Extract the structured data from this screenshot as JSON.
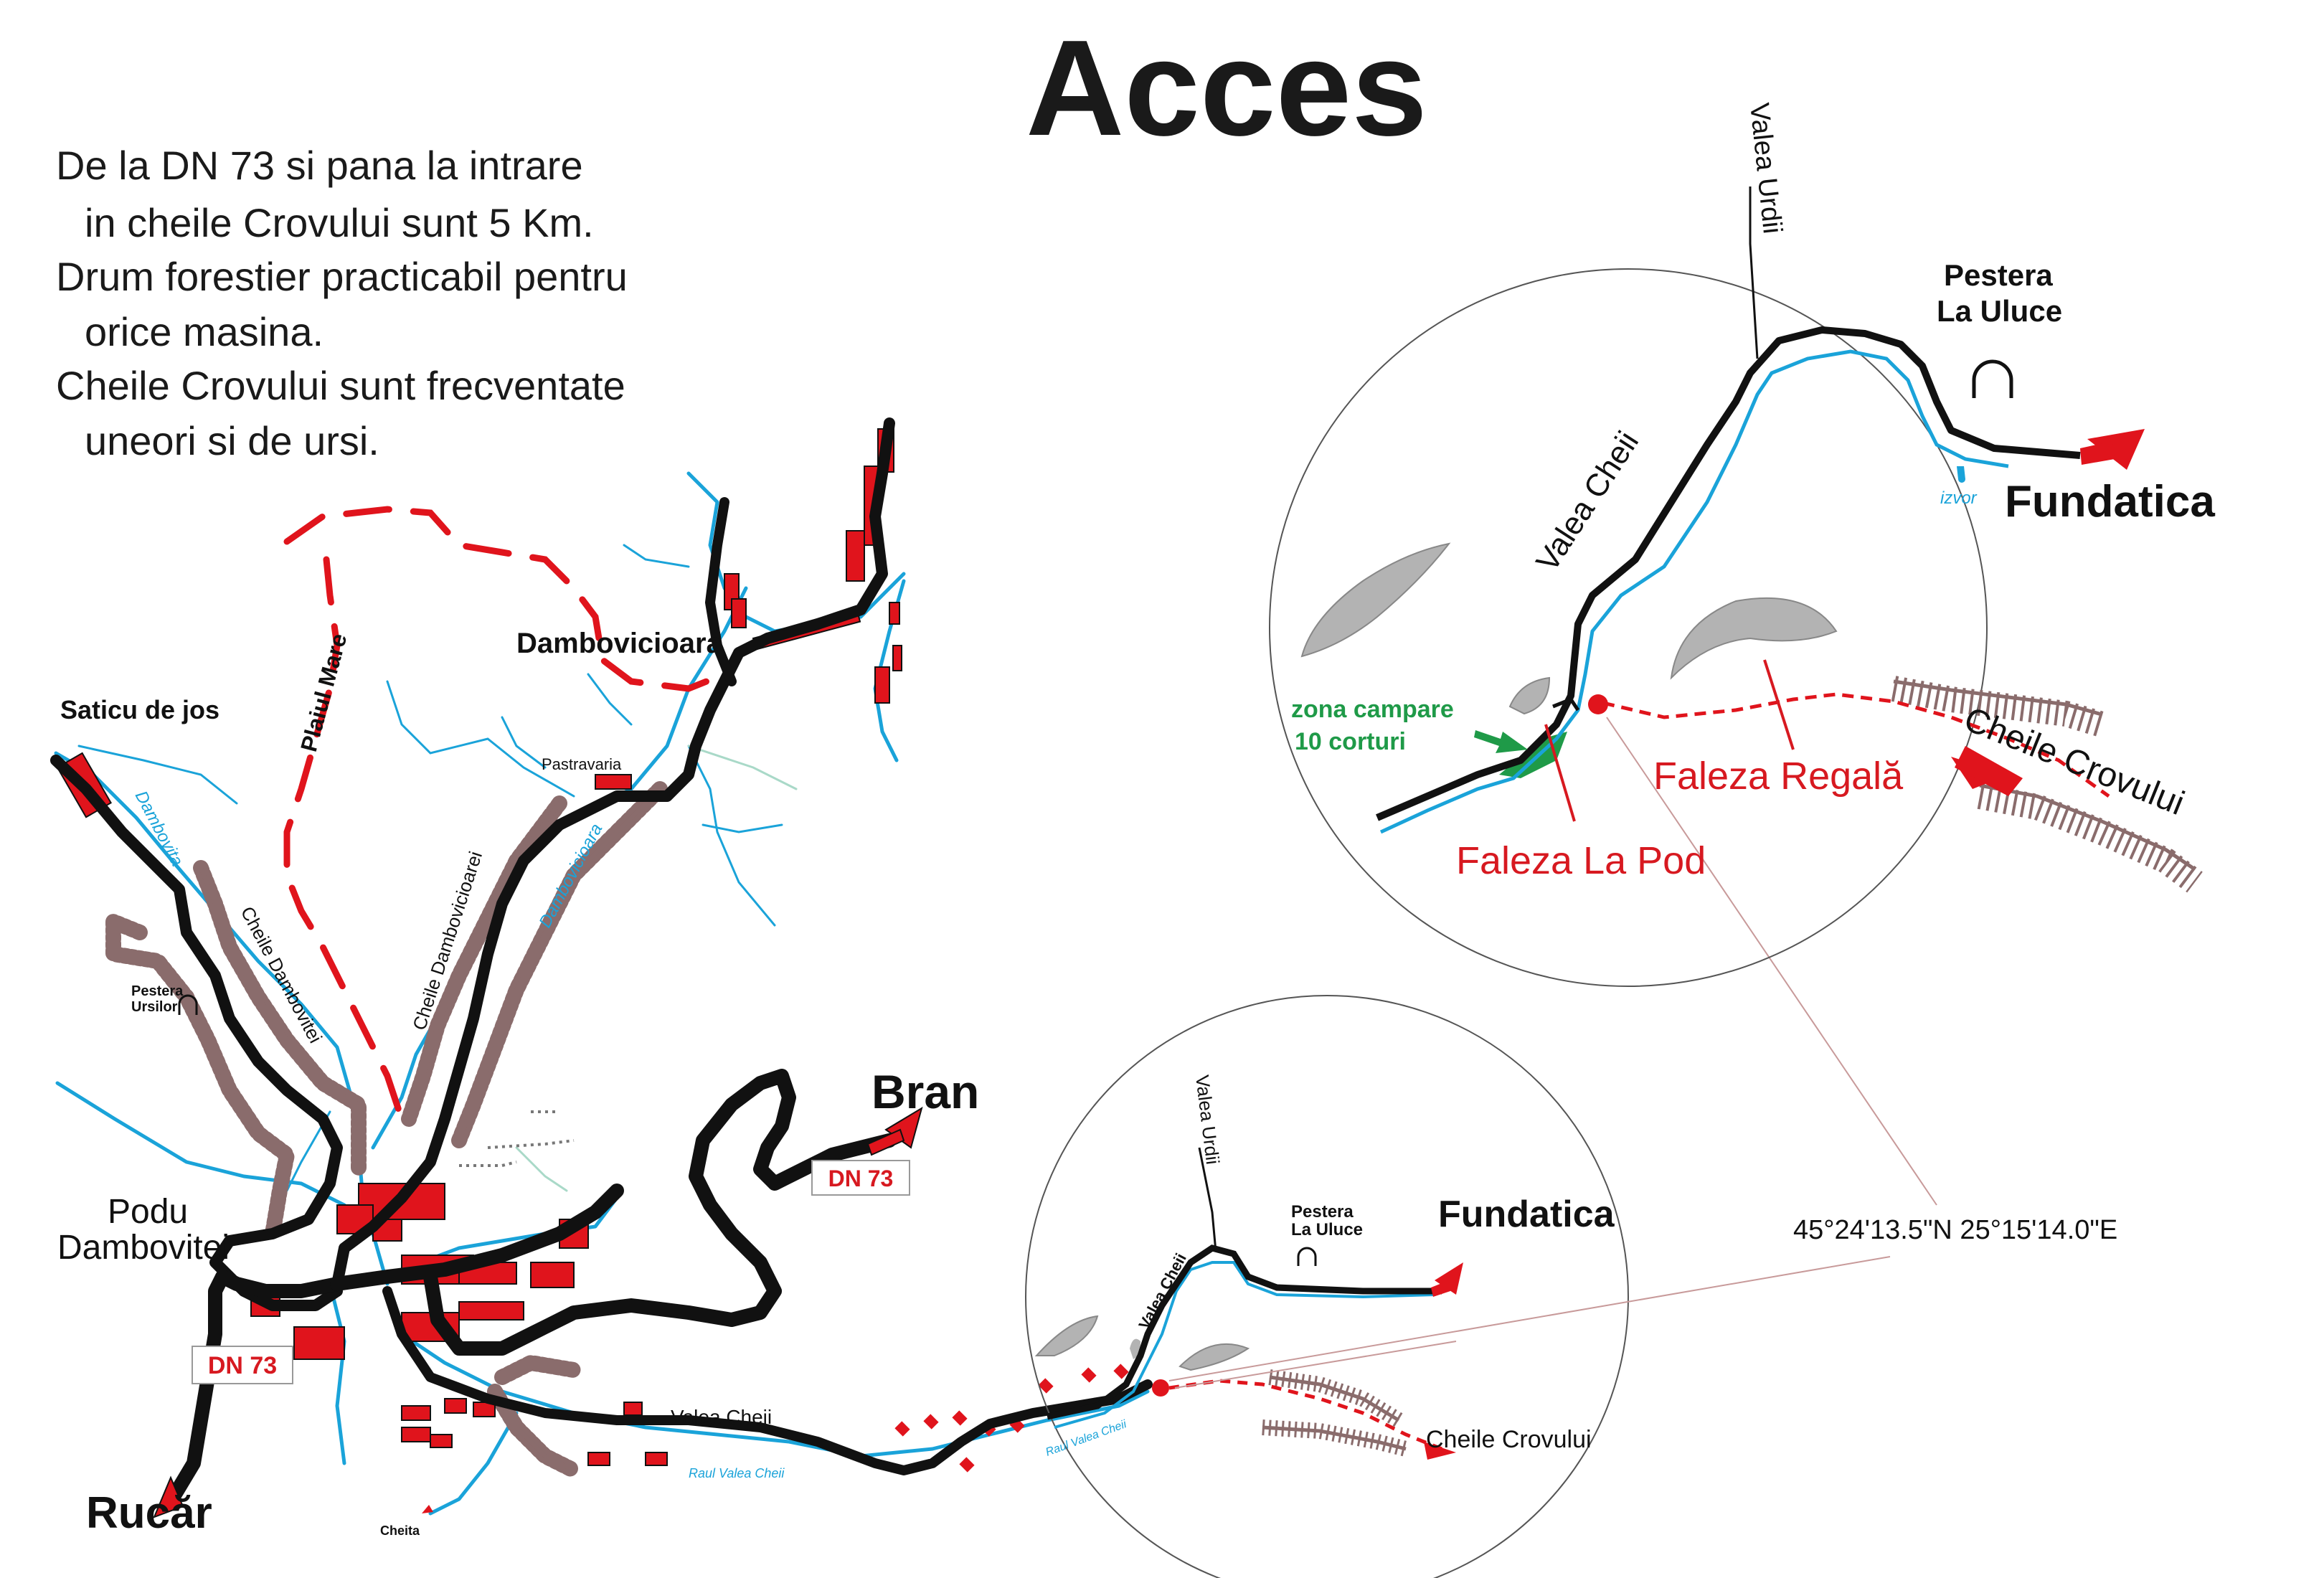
{
  "title": "Acces",
  "description_lines": [
    "De la DN 73 si pana la intrare",
    "in cheile Crovului sunt 5 Km.",
    "Drum forestier practicabil pentru",
    "orice masina.",
    "Cheile Crovului sunt frecventate",
    "uneori si de ursi."
  ],
  "colors": {
    "road": "#111111",
    "river": "#1aa3d9",
    "village": "#e0141c",
    "trail": "#e0141c",
    "gorge": "#8a6c6c",
    "crag": "#b3b3b3",
    "camp": "#1f9a48",
    "crag_label": "#d71920"
  },
  "overview": {
    "places": {
      "saticu": "Saticu de jos",
      "dambovicioara": "Dambovicioara",
      "podu_line1": "Podu",
      "podu_line2": "Dambovitei",
      "rucar": "Rucăr",
      "bran": "Bran",
      "fundatica": "Fundatica",
      "pastravaria": "Pastravaria",
      "pestera_ursilor_line1": "Pestera",
      "pestera_ursilor_line2": "Ursilor",
      "cheita": "Cheita"
    },
    "road_badges": [
      "DN 73",
      "DN 73"
    ],
    "labels": {
      "plaiul_mare": "Plaiul Mare",
      "cheile_dambovicioarei": "Cheile Dambovicioarei",
      "cheile_dambovitei": "Cheile Dambovitei",
      "dambovita": "Dambovita",
      "dambovicioara_river": "Dambovicioara",
      "valea_cheii_road": "Valea Cheii",
      "raul_valea_cheii": "Raul Valea Cheii"
    }
  },
  "small_inset": {
    "valea_urdii": "Valea Urdii",
    "valea_cheii": "Valea Cheii",
    "pestera_line1": "Pestera",
    "pestera_line2": "La Uluce",
    "cheile_crovului": "Cheile Crovului",
    "raul_valea_cheii": "Raul Valea Cheii"
  },
  "large_inset": {
    "valea_urdii": "Valea Urdii",
    "valea_cheii": "Valea Cheii",
    "pestera_line1": "Pestera",
    "pestera_line2": "La Uluce",
    "izvor": "izvor",
    "fundatica": "Fundatica",
    "camp_line1": "zona campare",
    "camp_line2": "10 corturi",
    "faleza_regala": "Faleza Regală",
    "faleza_la_pod": "Faleza La Pod",
    "cheile_crovului": "Cheile Crovului"
  },
  "coordinates": "45°24'13.5\"N 25°15'14.0\"E"
}
